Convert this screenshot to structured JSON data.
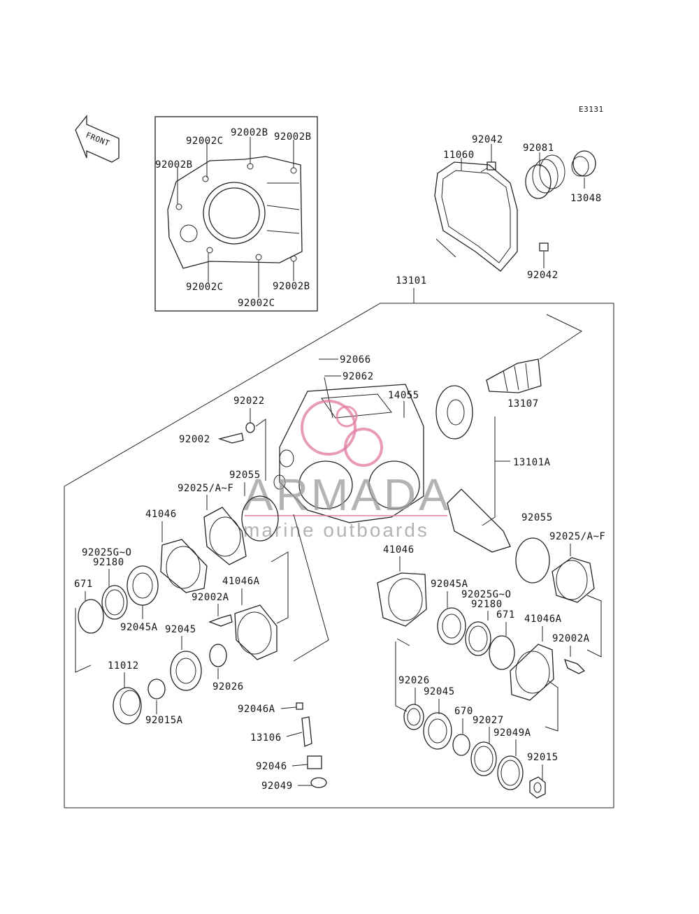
{
  "diagram_code": "E3131",
  "front_label": "FRONT",
  "watermark": {
    "title": "ARMADA",
    "subtitle": "marine outboards",
    "accent_color": "#e07aa0"
  },
  "parts": {
    "p92002C_a": "92002C",
    "p92002B_a": "92002B",
    "p92002B_b": "92002B",
    "p92002B_c": "92002B",
    "p92002C_b": "92002C",
    "p92002B_d": "92002B",
    "p92002C_c": "92002C",
    "p92042_a": "92042",
    "p11060": "11060",
    "p92081": "92081",
    "p13048": "13048",
    "p92042_b": "92042",
    "p13101": "13101",
    "p92066": "92066",
    "p92062": "92062",
    "p14055": "14055",
    "p13107": "13107",
    "p92022": "92022",
    "p92002": "92002",
    "p13101A": "13101A",
    "p92055_a": "92055",
    "p92025_a": "92025/A~F",
    "p41046_a": "41046",
    "p92055_b": "92055",
    "p92025_b": "92025/A~F",
    "p92025G_a": "92025G~O",
    "p92180_a": "92180",
    "p41046_b": "41046",
    "p671_a": "671",
    "p41046A_a": "41046A",
    "p92002A_a": "92002A",
    "p92045A_a": "92045A",
    "p92045A_b": "92045A",
    "p92025G_b": "92025G~O",
    "p92180_b": "92180",
    "p92045_a": "92045",
    "p671_b": "671",
    "p41046A_b": "41046A",
    "p92002A_b": "92002A",
    "p11012": "11012",
    "p92026_a": "92026",
    "p92015A": "92015A",
    "p92046A": "92046A",
    "p92026_b": "92026",
    "p92045_b": "92045",
    "p670": "670",
    "p92027": "92027",
    "p92049A": "92049A",
    "p13106": "13106",
    "p92046": "92046",
    "p92015": "92015",
    "p92049": "92049"
  }
}
